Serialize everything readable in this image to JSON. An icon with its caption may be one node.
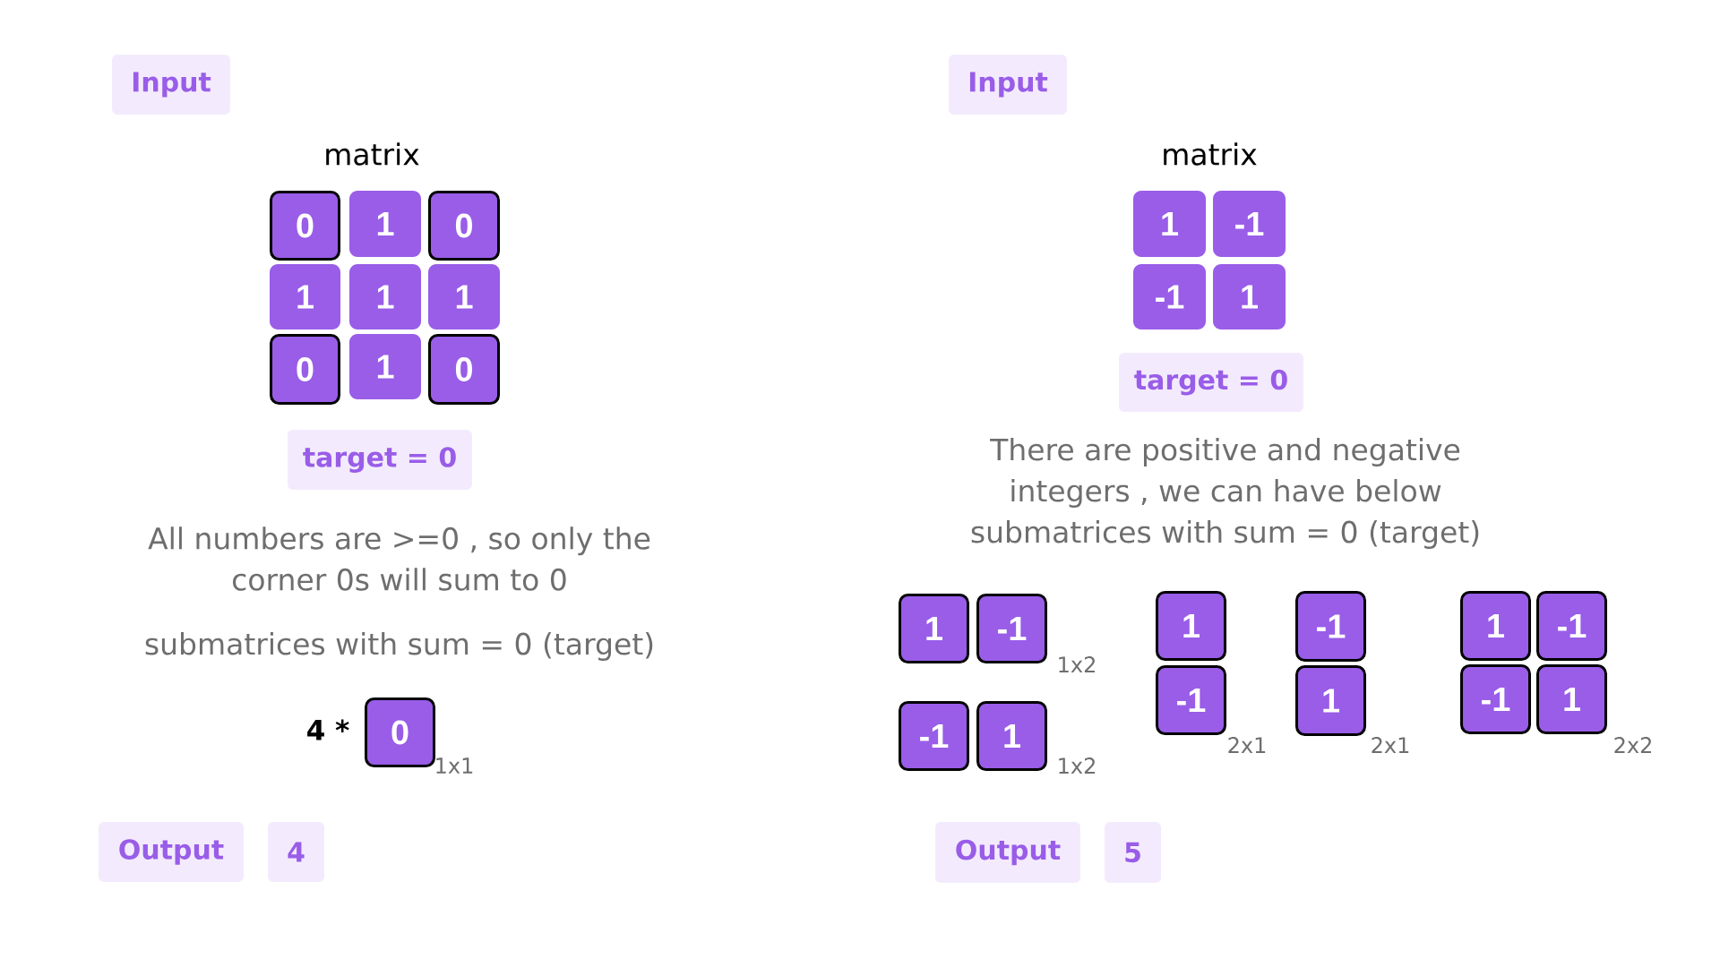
{
  "diagram": {
    "nodes": [
      {
        "text": [
          "Input"
        ]
      },
      {
        "text": [
          "0"
        ]
      },
      {
        "text": [
          "1"
        ]
      },
      {
        "text": [
          "0"
        ]
      },
      {
        "text": [
          "1"
        ]
      },
      {
        "text": [
          "1"
        ]
      },
      {
        "text": [
          "1"
        ]
      },
      {
        "text": [
          "0"
        ]
      },
      {
        "text": [
          "1"
        ]
      },
      {
        "text": [
          "0"
        ]
      },
      {
        "text": [
          "target = 0"
        ]
      },
      {
        "text": [
          "0"
        ],
        "beside": [
          "4 *",
          "1x1"
        ]
      },
      {
        "text": [
          "Output"
        ]
      },
      {
        "text": [
          "4"
        ]
      },
      {
        "text": [
          "Input"
        ]
      },
      {
        "text": [
          "1"
        ]
      },
      {
        "text": [
          "-1"
        ]
      },
      {
        "text": [
          "-1"
        ]
      },
      {
        "text": [
          "1"
        ]
      },
      {
        "text": [
          "target = 0"
        ]
      },
      {
        "text": [
          "1"
        ]
      },
      {
        "text": [
          "-1"
        ]
      },
      {
        "text": [
          "-1"
        ]
      },
      {
        "text": [
          "1"
        ]
      },
      {
        "text": [
          "1"
        ]
      },
      {
        "text": [
          "-1"
        ]
      },
      {
        "text": [
          "-1"
        ]
      },
      {
        "text": [
          "1"
        ]
      },
      {
        "text": [
          "1"
        ]
      },
      {
        "text": [
          "-1"
        ]
      },
      {
        "text": [
          "-1"
        ]
      },
      {
        "text": [
          "1"
        ]
      },
      {
        "text": [
          "Output"
        ]
      },
      {
        "text": [
          "5"
        ]
      }
    ],
    "labels": [
      "matrix",
      "All numbers are >=0 , so only the corner 0s will sum to 0",
      "submatrices with sum = 0 (target)",
      "matrix",
      "There are positive and negative integers , we can have below submatrices with sum = 0 (target)",
      "1x2",
      "2x1",
      "2x1",
      "2x2",
      "1x2"
    ]
  }
}
